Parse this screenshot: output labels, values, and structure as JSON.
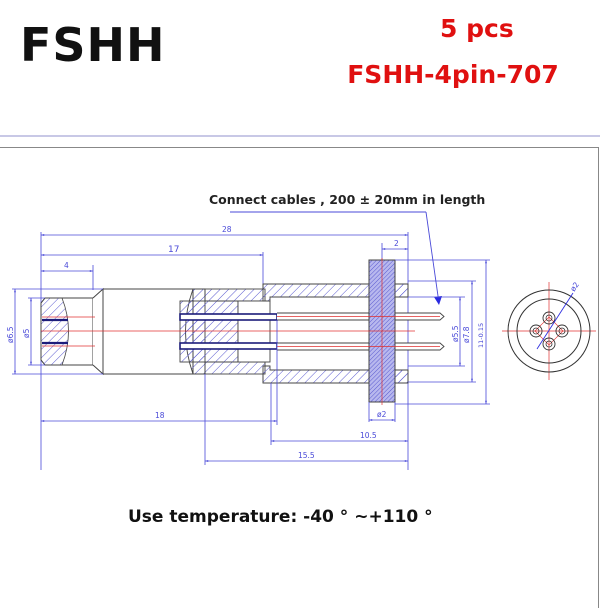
{
  "header": {
    "brand": "FSHH",
    "quantity": "5 pcs",
    "model": "FSHH-4pin-707"
  },
  "drawing": {
    "cable_note": "Connect cables , 200 ± 20mm in length",
    "dimensions": {
      "overall_length": "28",
      "length_17": "17",
      "length_4": "4",
      "length_2": "2",
      "length_18": "18",
      "length_10_5": "10.5",
      "length_15_5": "15.5",
      "dia_6_5": "ø6.5",
      "dia_5": "ø5",
      "dia_5_5": "ø5.5",
      "dia_7_8": "ø7.8",
      "dia_11": "11-0.15",
      "dia_flange_thickness": "ø2",
      "pin_circle_dia": "ø2"
    },
    "colors": {
      "dimension_line": "#4a4ad8",
      "center_line": "#e03030",
      "outline": "#444444",
      "hatch": "#5a5ad0"
    }
  },
  "footer": {
    "temperature": "Use temperature:  -40 ° ~+110 °"
  }
}
